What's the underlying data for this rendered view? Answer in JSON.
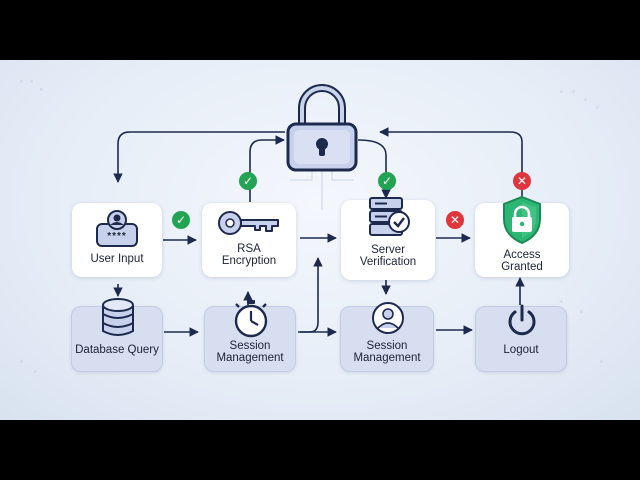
{
  "nodes": {
    "user_input": "User Input",
    "rsa_encryption": "RSA\nEncryption",
    "server_verification": "Server\nVerification",
    "access_granted": "Access\nGranted",
    "database_query": "Database Query",
    "session_management_1": "Session\nManagement",
    "session_management_2": "Session\nManagement",
    "logout": "Logout",
    "password_mask": "****"
  },
  "badges": {
    "check": "✓",
    "cross": "✕"
  },
  "colors": {
    "accent": "#1d2a4d",
    "node_blue": "#d6deef",
    "success": "#23a455",
    "error": "#e0353d",
    "shield": "#2bb673"
  },
  "icons": [
    "user-id-icon",
    "key-icon",
    "server-check-icon",
    "shield-lock-icon",
    "database-icon",
    "stopwatch-icon",
    "user-avatar-icon",
    "power-icon",
    "padlock-icon"
  ]
}
